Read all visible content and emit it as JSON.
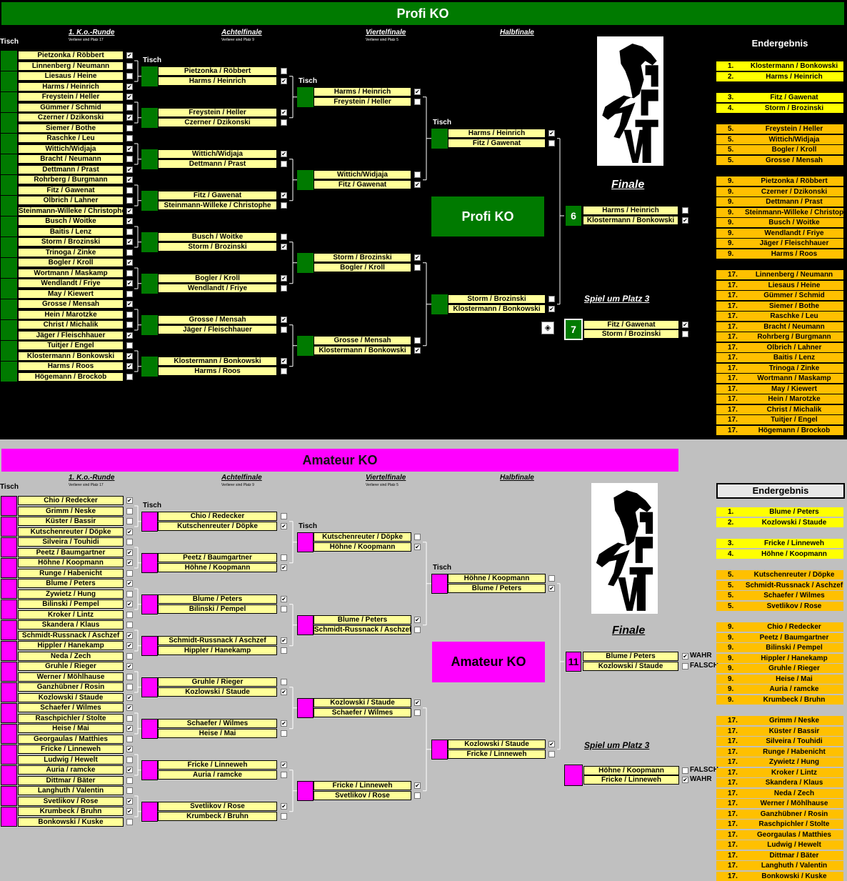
{
  "profi": {
    "title": "Profi KO",
    "headers": {
      "r1": "1. K.o.-Runde",
      "r1_note": "Verlierer sind Platz 17",
      "r16": "Achtelfinale",
      "r16_note": "Verlierer sind Platz 9",
      "qf": "Viertelfinale",
      "qf_note": "Verlierer sind Platz 5",
      "sf": "Halbfinale"
    },
    "tisch": "Tisch",
    "center_label": "Profi KO",
    "final_label": "Finale",
    "third_label": "Spiel um Platz 3",
    "final_table": "6",
    "third_table": "7",
    "end_title": "Endergebnis",
    "r1": [
      [
        "Pietzonka / Röbbert",
        "Linnenberg / Neumann"
      ],
      [
        "Liesaus / Heine",
        "Harms / Heinrich"
      ],
      [
        "Freystein / Heller",
        "Gümmer / Schmid"
      ],
      [
        "Czerner / Dzikonski",
        "Siemer / Bothe"
      ],
      [
        "Raschke / Leu",
        "Wittich/Widjaja"
      ],
      [
        "Bracht / Neumann",
        "Dettmann / Prast"
      ],
      [
        "Rohrberg / Burgmann",
        "Fitz / Gawenat"
      ],
      [
        "Olbrich / Lahner",
        "Steinmann-Willeke / Christophe"
      ],
      [
        "Busch / Woitke",
        "Baitis / Lenz"
      ],
      [
        "Storm / Brozinski",
        "Trinoga / Zinke"
      ],
      [
        "Bogler / Kroll",
        "Wortmann / Maskamp"
      ],
      [
        "Wendlandt / Friye",
        "May / Kiewert"
      ],
      [
        "Grosse / Mensah",
        "Hein / Marotzke"
      ],
      [
        "Christ / Michalik",
        "Jäger / Fleischhauer"
      ],
      [
        "Tuitjer / Engel",
        "Klostermann / Bonkowski"
      ],
      [
        "Harms / Roos",
        "Högemann / Brockob"
      ]
    ],
    "r1_checks": [
      [
        "✔",
        ""
      ],
      [
        "",
        "✔"
      ],
      [
        "✔",
        ""
      ],
      [
        "✔",
        ""
      ],
      [
        "",
        "✔"
      ],
      [
        "",
        "✔"
      ],
      [
        "✔",
        ""
      ],
      [
        "",
        "✔"
      ],
      [
        "✔",
        ""
      ],
      [
        "✔",
        ""
      ],
      [
        "✔",
        ""
      ],
      [
        "✔",
        ""
      ],
      [
        "✔",
        ""
      ],
      [
        "",
        "✔"
      ],
      [
        "",
        "✔"
      ],
      [
        "✔",
        ""
      ]
    ],
    "r16": [
      [
        "Pietzonka / Röbbert",
        "Harms / Heinrich"
      ],
      [
        "Freystein / Heller",
        "Czerner / Dzikonski"
      ],
      [
        "Wittich/Widjaja",
        "Dettmann / Prast"
      ],
      [
        "Fitz / Gawenat",
        "Steinmann-Willeke / Christophe"
      ],
      [
        "Busch / Woitke",
        "Storm / Brozinski"
      ],
      [
        "Bogler / Kroll",
        "Wendlandt / Friye"
      ],
      [
        "Grosse / Mensah",
        "Jäger / Fleischhauer"
      ],
      [
        "Klostermann / Bonkowski",
        "Harms / Roos"
      ]
    ],
    "r16_checks": [
      [
        "",
        "✔"
      ],
      [
        "✔",
        ""
      ],
      [
        "✔",
        ""
      ],
      [
        "✔",
        ""
      ],
      [
        "",
        "✔"
      ],
      [
        "✔",
        ""
      ],
      [
        "✔",
        ""
      ],
      [
        "✔",
        ""
      ]
    ],
    "qf": [
      [
        "Harms / Heinrich",
        "Freystein / Heller"
      ],
      [
        "Wittich/Widjaja",
        "Fitz / Gawenat"
      ],
      [
        "Storm / Brozinski",
        "Bogler / Kroll"
      ],
      [
        "Grosse / Mensah",
        "Klostermann / Bonkowski"
      ]
    ],
    "qf_checks": [
      [
        "✔",
        ""
      ],
      [
        "",
        "✔"
      ],
      [
        "✔",
        ""
      ],
      [
        "",
        "✔"
      ]
    ],
    "sf": [
      [
        "Harms / Heinrich",
        "Fitz / Gawenat"
      ],
      [
        "Storm / Brozinski",
        "Klostermann / Bonkowski"
      ]
    ],
    "sf_checks": [
      [
        "✔",
        ""
      ],
      [
        "",
        "✔"
      ]
    ],
    "final": [
      "Harms / Heinrich",
      "Klostermann / Bonkowski"
    ],
    "final_checks": [
      "",
      "✔"
    ],
    "third": [
      "Fitz / Gawenat",
      "Storm / Brozinski"
    ],
    "third_checks": [
      "✔",
      ""
    ],
    "results": [
      [
        "1.",
        "Klostermann / Bonkowski"
      ],
      [
        "2.",
        "Harms / Heinrich"
      ],
      [
        "3.",
        "Fitz / Gawenat"
      ],
      [
        "4.",
        "Storm / Brozinski"
      ],
      [
        "5.",
        "Freystein / Heller"
      ],
      [
        "5.",
        "Wittich/Widjaja"
      ],
      [
        "5.",
        "Bogler / Kroll"
      ],
      [
        "5.",
        "Grosse / Mensah"
      ],
      [
        "9.",
        "Pietzonka / Röbbert"
      ],
      [
        "9.",
        "Czerner / Dzikonski"
      ],
      [
        "9.",
        "Dettmann / Prast"
      ],
      [
        "9.",
        "Steinmann-Willeke / Christophe"
      ],
      [
        "9.",
        "Busch / Woitke"
      ],
      [
        "9.",
        "Wendlandt / Friye"
      ],
      [
        "9.",
        "Jäger / Fleischhauer"
      ],
      [
        "9.",
        "Harms / Roos"
      ],
      [
        "17.",
        "Linnenberg / Neumann"
      ],
      [
        "17.",
        "Liesaus / Heine"
      ],
      [
        "17.",
        "Gümmer / Schmid"
      ],
      [
        "17.",
        "Siemer / Bothe"
      ],
      [
        "17.",
        "Raschke / Leu"
      ],
      [
        "17.",
        "Bracht / Neumann"
      ],
      [
        "17.",
        "Rohrberg / Burgmann"
      ],
      [
        "17.",
        "Olbrich / Lahner"
      ],
      [
        "17.",
        "Baitis / Lenz"
      ],
      [
        "17.",
        "Trinoga / Zinke"
      ],
      [
        "17.",
        "Wortmann / Maskamp"
      ],
      [
        "17.",
        "May / Kiewert"
      ],
      [
        "17.",
        "Hein / Marotzke"
      ],
      [
        "17.",
        "Christ / Michalik"
      ],
      [
        "17.",
        "Tuitjer / Engel"
      ],
      [
        "17.",
        "Högemann / Brockob"
      ]
    ]
  },
  "amateur": {
    "title": "Amateur KO",
    "headers": {
      "r1": "1. K.o.-Runde",
      "r1_note": "Verlierer sind Platz 17",
      "r16": "Achtelfinale",
      "r16_note": "Verlierer sind Platz 9",
      "qf": "Viertelfinale",
      "qf_note": "Verlierer sind Platz 5",
      "sf": "Halbfinale"
    },
    "tisch": "Tisch",
    "center_label": "Amateur KO",
    "final_label": "Finale",
    "third_label": "Spiel um Platz 3",
    "final_table": "11",
    "third_table": "",
    "end_title": "Endergebnis",
    "final_flags": [
      "WAHR",
      "FALSCH"
    ],
    "third_flags": [
      "FALSCH",
      "WAHR"
    ],
    "r1": [
      [
        "Chio / Redecker",
        "Grimm / Neske"
      ],
      [
        "Küster / Bassir",
        "Kutschenreuter / Döpke"
      ],
      [
        "Silveira / Touhidi",
        "Peetz / Baumgartner"
      ],
      [
        "Höhne / Koopmann",
        "Runge / Habenicht"
      ],
      [
        "Blume / Peters",
        "Zywietz / Hung"
      ],
      [
        "Bilinski / Pempel",
        "Kroker / Lintz"
      ],
      [
        "Skandera / Klaus",
        "Schmidt-Russnack / Aschzef"
      ],
      [
        "Hippler / Hanekamp",
        "Neda / Zech"
      ],
      [
        "Gruhle / Rieger",
        "Werner / Möhlhause"
      ],
      [
        "Ganzhübner / Rosin",
        "Kozlowski / Staude"
      ],
      [
        "Schaefer / Wilmes",
        "Raschpichler / Stolte"
      ],
      [
        "Heise / Mai",
        "Georgaulas / Matthies"
      ],
      [
        "Fricke / Linneweh",
        "Ludwig / Hewelt"
      ],
      [
        "Auria / ramcke",
        "Dittmar / Bäter"
      ],
      [
        "Langhuth / Valentin",
        "Svetlikov / Rose"
      ],
      [
        "Krumbeck / Bruhn",
        "Bonkowski / Kuske"
      ]
    ],
    "r1_checks": [
      [
        "✔",
        ""
      ],
      [
        "",
        "✔"
      ],
      [
        "",
        "✔"
      ],
      [
        "✔",
        ""
      ],
      [
        "✔",
        ""
      ],
      [
        "✔",
        ""
      ],
      [
        "",
        "✔"
      ],
      [
        "✔",
        ""
      ],
      [
        "✔",
        ""
      ],
      [
        "",
        "✔"
      ],
      [
        "✔",
        ""
      ],
      [
        "✔",
        ""
      ],
      [
        "✔",
        ""
      ],
      [
        "✔",
        ""
      ],
      [
        "",
        "✔"
      ],
      [
        "✔",
        ""
      ]
    ],
    "r16": [
      [
        "Chio / Redecker",
        "Kutschenreuter / Döpke"
      ],
      [
        "Peetz / Baumgartner",
        "Höhne / Koopmann"
      ],
      [
        "Blume / Peters",
        "Bilinski / Pempel"
      ],
      [
        "Schmidt-Russnack / Aschzef",
        "Hippler / Hanekamp"
      ],
      [
        "Gruhle / Rieger",
        "Kozlowski / Staude"
      ],
      [
        "Schaefer / Wilmes",
        "Heise / Mai"
      ],
      [
        "Fricke / Linneweh",
        "Auria / ramcke"
      ],
      [
        "Svetlikov / Rose",
        "Krumbeck / Bruhn"
      ]
    ],
    "r16_checks": [
      [
        "",
        "✔"
      ],
      [
        "",
        "✔"
      ],
      [
        "✔",
        ""
      ],
      [
        "✔",
        ""
      ],
      [
        "",
        "✔"
      ],
      [
        "✔",
        ""
      ],
      [
        "✔",
        ""
      ],
      [
        "✔",
        ""
      ]
    ],
    "qf": [
      [
        "Kutschenreuter / Döpke",
        "Höhne / Koopmann"
      ],
      [
        "Blume / Peters",
        "Schmidt-Russnack / Aschzef"
      ],
      [
        "Kozlowski / Staude",
        "Schaefer / Wilmes"
      ],
      [
        "Fricke / Linneweh",
        "Svetlikov / Rose"
      ]
    ],
    "qf_checks": [
      [
        "",
        "✔"
      ],
      [
        "✔",
        ""
      ],
      [
        "✔",
        ""
      ],
      [
        "✔",
        ""
      ]
    ],
    "sf": [
      [
        "Höhne / Koopmann",
        "Blume / Peters"
      ],
      [
        "Kozlowski / Staude",
        "Fricke / Linneweh"
      ]
    ],
    "sf_checks": [
      [
        "",
        "✔"
      ],
      [
        "✔",
        ""
      ]
    ],
    "final": [
      "Blume / Peters",
      "Kozlowski / Staude"
    ],
    "final_checks": [
      "✔",
      ""
    ],
    "third": [
      "Höhne / Koopmann",
      "Fricke / Linneweh"
    ],
    "third_checks": [
      "",
      "✔"
    ],
    "results": [
      [
        "1.",
        "Blume / Peters"
      ],
      [
        "2.",
        "Kozlowski / Staude"
      ],
      [
        "3.",
        "Fricke / Linneweh"
      ],
      [
        "4.",
        "Höhne / Koopmann"
      ],
      [
        "5.",
        "Kutschenreuter / Döpke"
      ],
      [
        "5.",
        "Schmidt-Russnack / Aschzef"
      ],
      [
        "5.",
        "Schaefer / Wilmes"
      ],
      [
        "5.",
        "Svetlikov / Rose"
      ],
      [
        "9.",
        "Chio / Redecker"
      ],
      [
        "9.",
        "Peetz / Baumgartner"
      ],
      [
        "9.",
        "Bilinski / Pempel"
      ],
      [
        "9.",
        "Hippler / Hanekamp"
      ],
      [
        "9.",
        "Gruhle / Rieger"
      ],
      [
        "9.",
        "Heise / Mai"
      ],
      [
        "9.",
        "Auria / ramcke"
      ],
      [
        "9.",
        "Krumbeck / Bruhn"
      ],
      [
        "17.",
        "Grimm / Neske"
      ],
      [
        "17.",
        "Küster / Bassir"
      ],
      [
        "17.",
        "Silveira / Touhidi"
      ],
      [
        "17.",
        "Runge / Habenicht"
      ],
      [
        "17.",
        "Zywietz / Hung"
      ],
      [
        "17.",
        "Kroker / Lintz"
      ],
      [
        "17.",
        "Skandera / Klaus"
      ],
      [
        "17.",
        "Neda / Zech"
      ],
      [
        "17.",
        "Werner / Möhlhause"
      ],
      [
        "17.",
        "Ganzhübner / Rosin"
      ],
      [
        "17.",
        "Raschpichler / Stolte"
      ],
      [
        "17.",
        "Georgaulas / Matthies"
      ],
      [
        "17.",
        "Ludwig / Hewelt"
      ],
      [
        "17.",
        "Dittmar / Bäter"
      ],
      [
        "17.",
        "Langhuth / Valentin"
      ],
      [
        "17.",
        "Bonkowski / Kuske"
      ]
    ]
  }
}
